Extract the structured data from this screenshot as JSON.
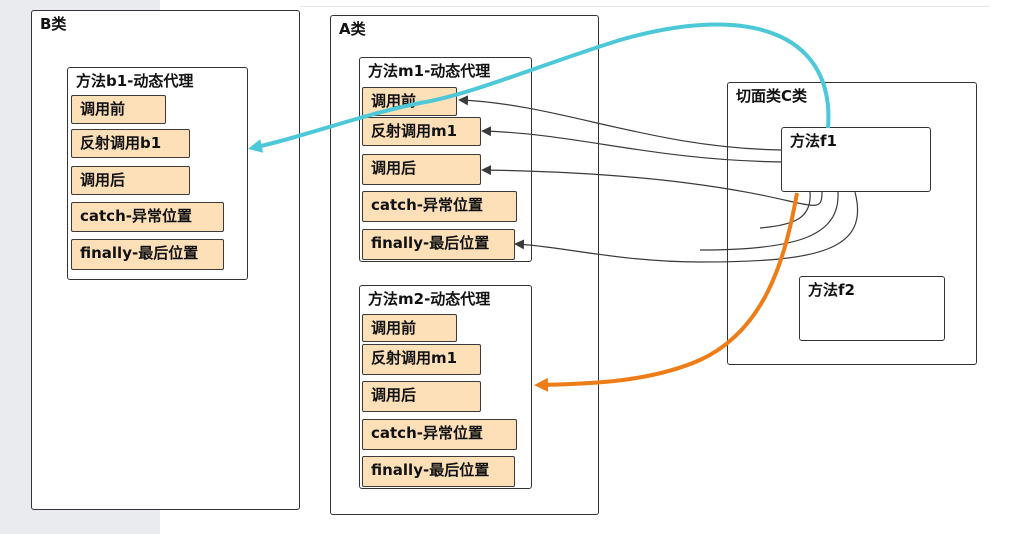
{
  "classes": {
    "b": {
      "title": "B类",
      "method": {
        "title": "方法b1-动态代理",
        "items": [
          "调用前",
          "反射调用b1",
          "调用后",
          "catch-异常位置",
          "finally-最后位置"
        ]
      }
    },
    "a": {
      "title": "A类",
      "methods": [
        {
          "title": "方法m1-动态代理",
          "items": [
            "调用前",
            "反射调用m1",
            "调用后",
            "catch-异常位置",
            "finally-最后位置"
          ]
        },
        {
          "title": "方法m2-动态代理",
          "items": [
            "调用前",
            "反射调用m1",
            "调用后",
            "catch-异常位置",
            "finally-最后位置"
          ]
        }
      ]
    },
    "c": {
      "title": "切面类C类",
      "methods": [
        "方法f1",
        "方法f2"
      ]
    }
  },
  "colors": {
    "item_fill": "#fde0b8",
    "cyan_arrow": "#4cc8d8",
    "orange_arrow": "#ee7d17",
    "connector": "#3a3a3a"
  }
}
